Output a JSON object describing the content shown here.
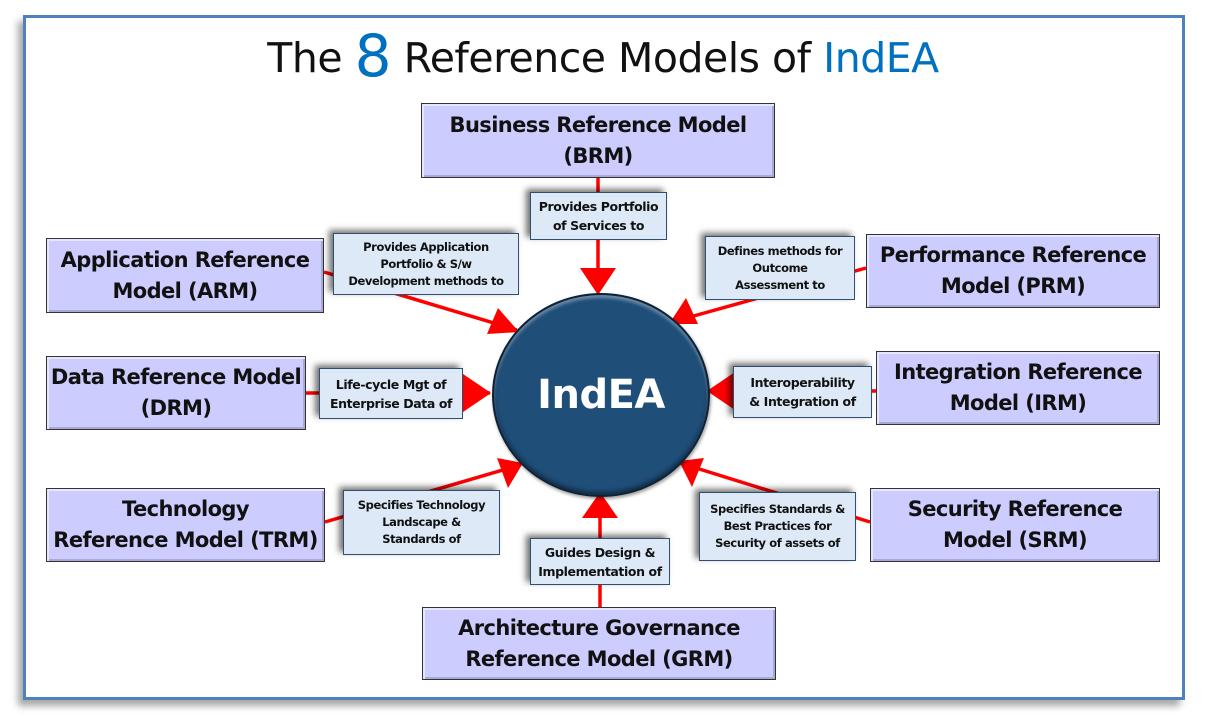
{
  "title": {
    "prefix": "The",
    "number": "8",
    "middle": "Reference Models of",
    "brand": "IndEA"
  },
  "hub": {
    "label": "IndEA",
    "color": "#1f4e79"
  },
  "colors": {
    "accent": "#0070c0",
    "frame": "#4f81bd",
    "model_fill": "#ccccff",
    "relation_fill": "#dde9f7",
    "arrow": "#ff0000"
  },
  "models": {
    "brm": {
      "line1": "Business Reference Model",
      "line2": "(BRM)",
      "relation": [
        "Provides Portfolio",
        "of Services to"
      ]
    },
    "arm": {
      "line1": "Application Reference",
      "line2": "Model (ARM)",
      "relation": [
        "Provides Application",
        "Portfolio & S/w",
        "Development methods to"
      ]
    },
    "prm": {
      "line1": "Performance Reference",
      "line2": "Model (PRM)",
      "relation": [
        "Defines methods for",
        "Outcome",
        "Assessment  to"
      ]
    },
    "drm": {
      "line1": "Data Reference Model",
      "line2": "(DRM)",
      "relation": [
        "Life-cycle Mgt of",
        "Enterprise Data of"
      ]
    },
    "irm": {
      "line1": "Integration Reference",
      "line2": "Model (IRM)",
      "relation": [
        "Interoperability",
        "& Integration of"
      ]
    },
    "trm": {
      "line1": "Technology",
      "line2": "Reference Model (TRM)",
      "relation": [
        "Specifies Technology",
        "Landscape &",
        "Standards of"
      ]
    },
    "srm": {
      "line1": "Security Reference",
      "line2": "Model (SRM)",
      "relation": [
        "Specifies Standards &",
        "Best Practices for",
        "Security of assets of"
      ]
    },
    "grm": {
      "line1": "Architecture Governance",
      "line2": "Reference Model (GRM)",
      "relation": [
        "Guides Design &",
        "Implementation of"
      ]
    }
  }
}
